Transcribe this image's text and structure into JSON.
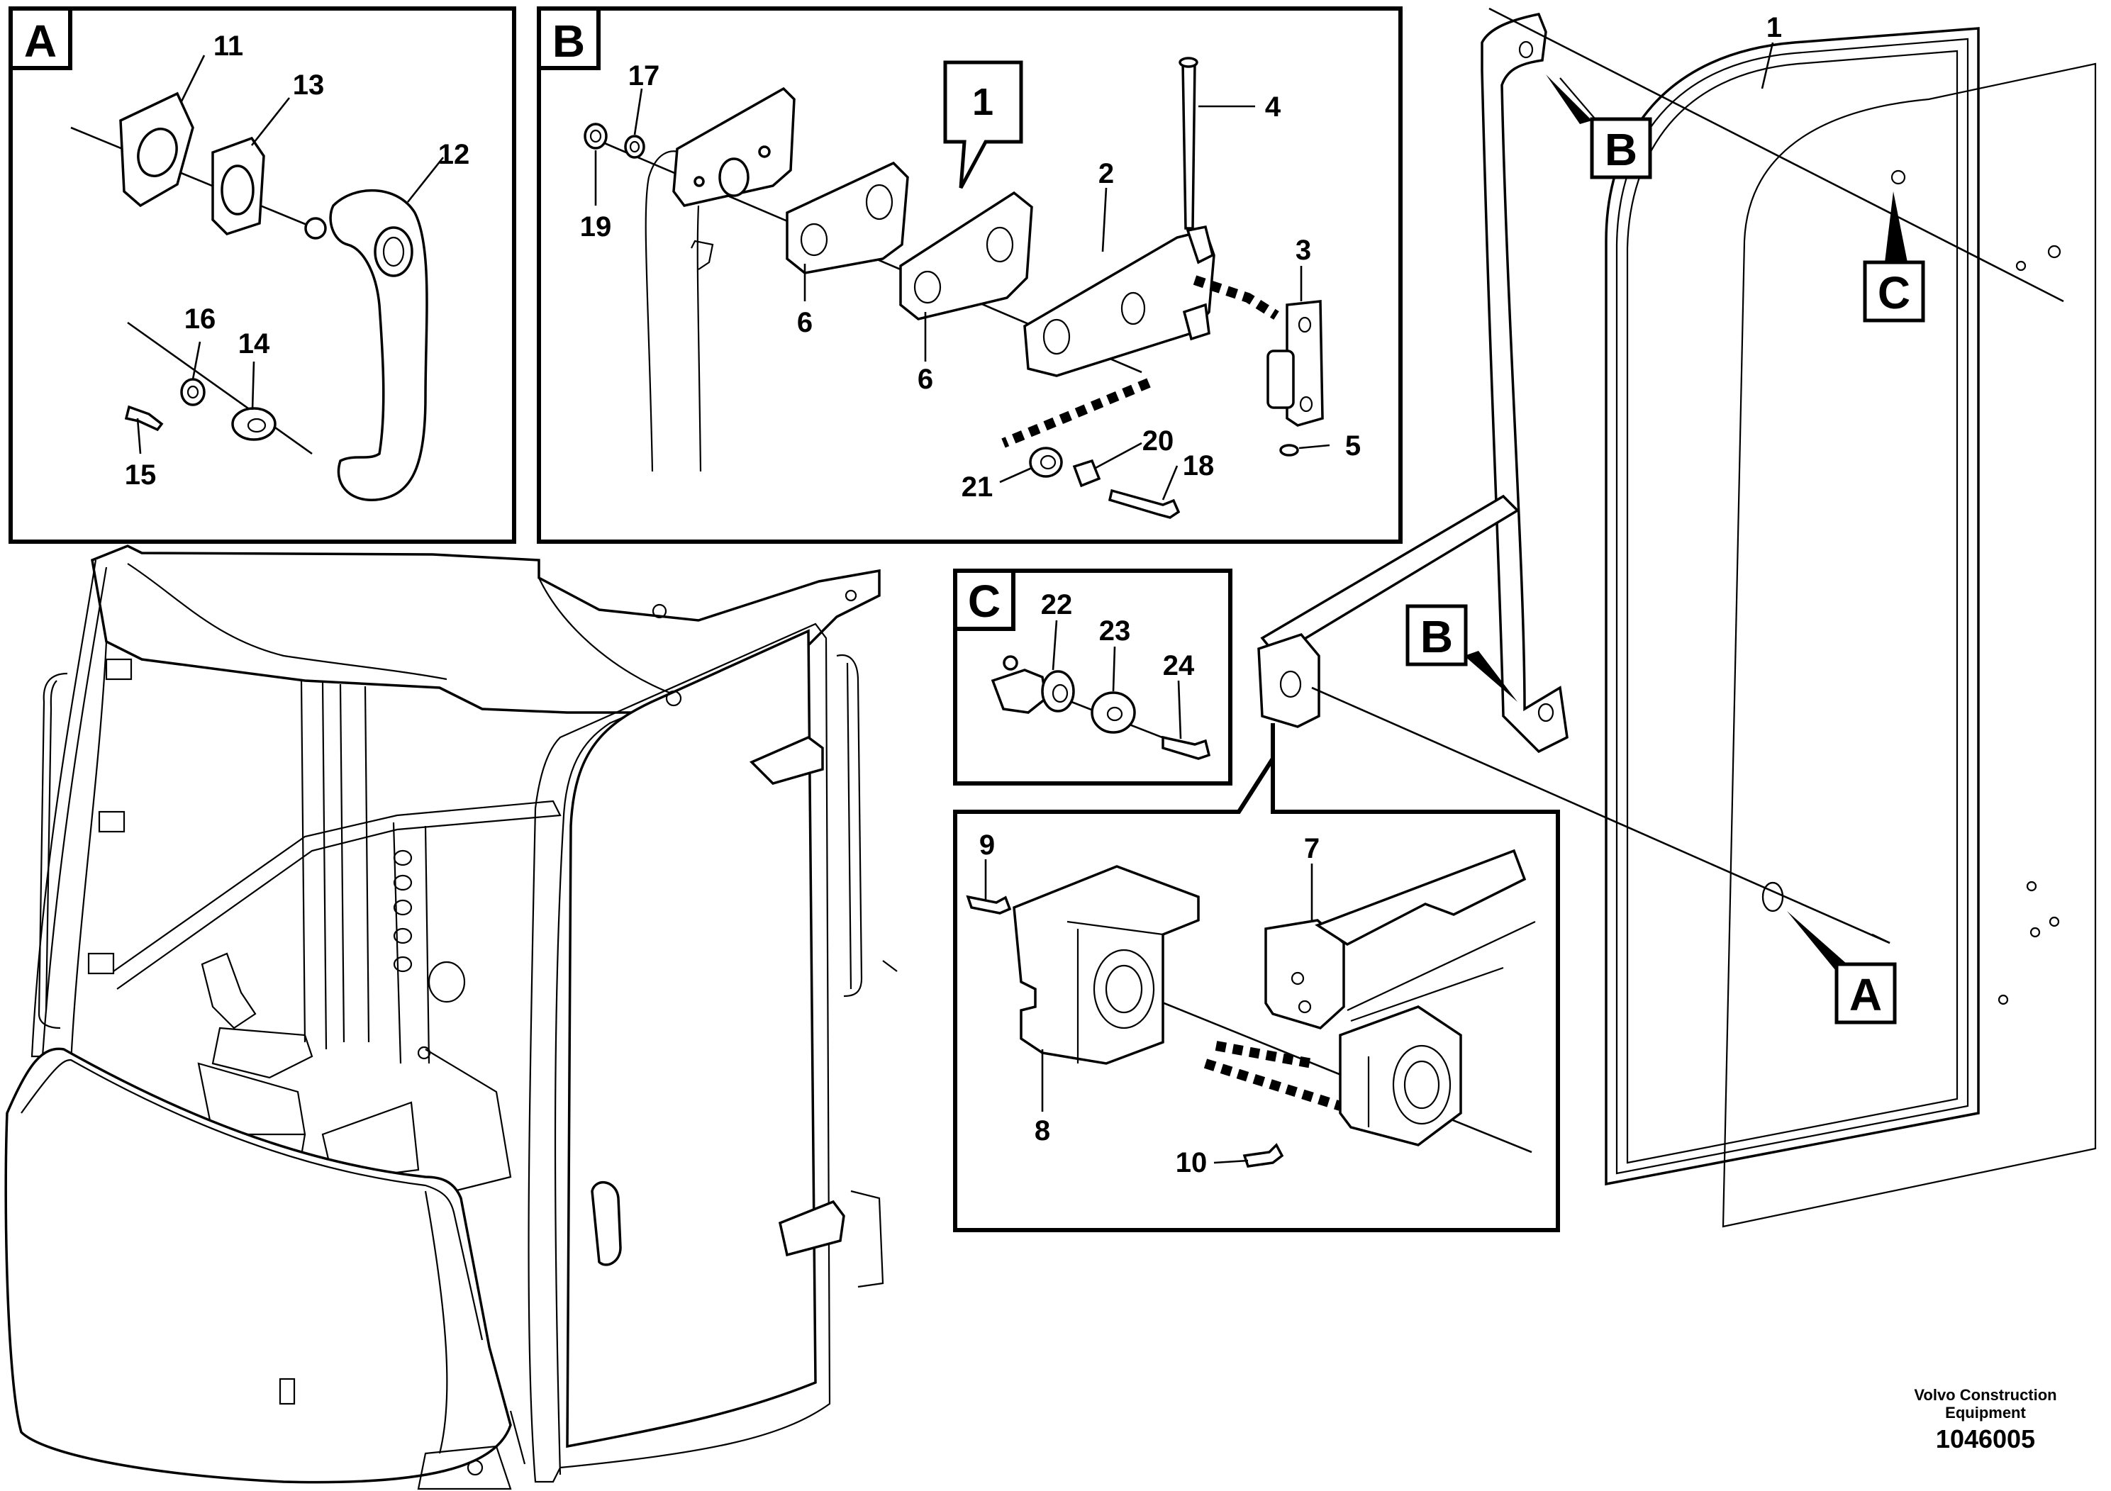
{
  "diagram": {
    "panels": {
      "A": {
        "letter": "A",
        "labels": {
          "11": "11",
          "13": "13",
          "12": "12",
          "16": "16",
          "14": "14",
          "15": "15"
        }
      },
      "B": {
        "letter": "B",
        "callout": "1",
        "labels": {
          "17": "17",
          "19": "19",
          "6a": "6",
          "6b": "6",
          "2": "2",
          "4": "4",
          "3": "3",
          "5": "5",
          "20": "20",
          "18": "18",
          "21": "21"
        }
      },
      "C": {
        "letter": "C",
        "labels": {
          "22": "22",
          "23": "23",
          "24": "24"
        }
      },
      "detail": {
        "labels": {
          "9": "9",
          "7": "7",
          "8": "8",
          "10": "10"
        }
      }
    },
    "door": {
      "label_1": "1",
      "refs": {
        "B_top": "B",
        "C": "C",
        "B_mid": "B",
        "A": "A"
      }
    },
    "credit_line1": "Volvo Construction",
    "credit_line2": "Equipment",
    "doc_number": "1046005"
  }
}
